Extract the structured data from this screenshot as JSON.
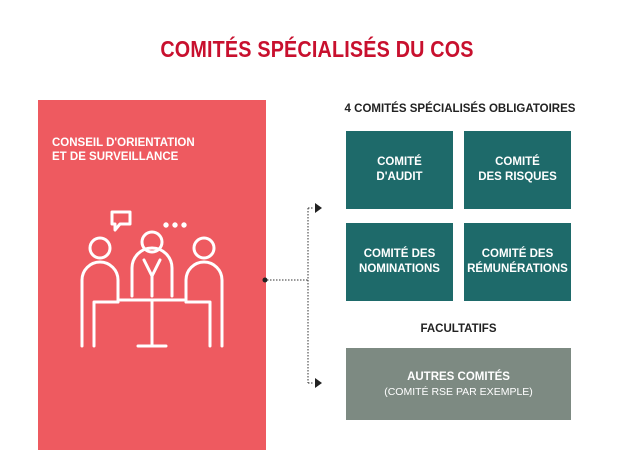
{
  "title": "COMITÉS SPÉCIALISÉS DU COS",
  "colors": {
    "title": "#c8102e",
    "council_box": "#ee5a60",
    "committee_box": "#1e6a6a",
    "optional_box": "#7d8a82",
    "icon_stroke": "#ffffff"
  },
  "council": {
    "label": "CONSEIL D'ORIENTATION\nET DE SURVEILLANCE",
    "icon": "meeting-people-icon"
  },
  "mandatory": {
    "heading": "4 COMITÉS SPÉCIALISÉS OBLIGATOIRES",
    "committees": [
      {
        "label": "COMITÉ\nD'AUDIT"
      },
      {
        "label": "COMITÉ\nDES RISQUES"
      },
      {
        "label": "COMITÉ DES\nNOMINATIONS"
      },
      {
        "label": "COMITÉ DES\nRÉMUNÉRATIONS"
      }
    ]
  },
  "optional": {
    "heading": "FACULTATIFS",
    "box_title": "AUTRES COMITÉS",
    "box_subtitle": "(COMITÉ RSE PAR EXEMPLE)"
  },
  "connector_icon": "arrow-right-icon"
}
